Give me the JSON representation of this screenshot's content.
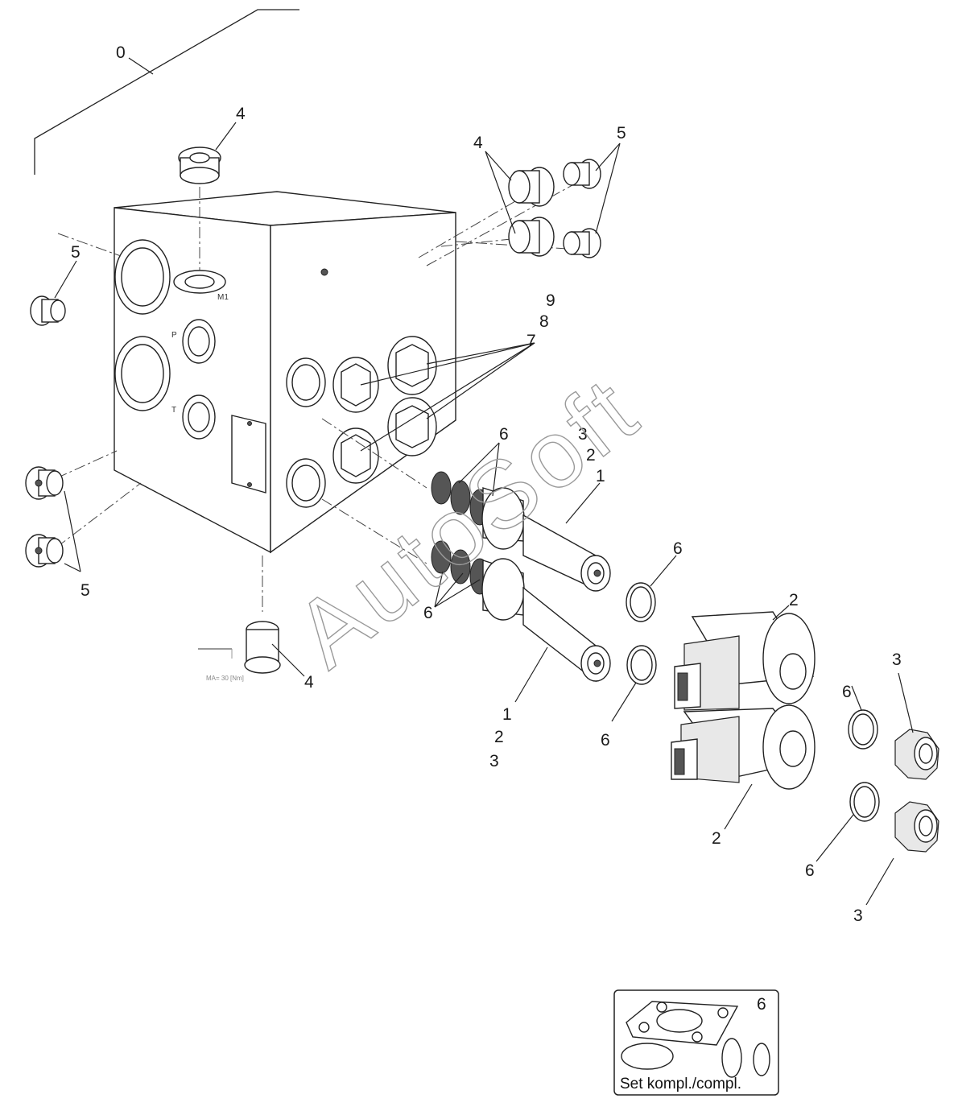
{
  "diagram": {
    "callouts": {
      "c0": "0",
      "c4_top": "4",
      "c4_right": "4",
      "c5_right": "5",
      "c5_left_top": "5",
      "c5_left_bottom": "5",
      "c9": "9",
      "c8": "8",
      "c7": "7",
      "c6_upper": "6",
      "c3_upper": "3",
      "c2_upper": "2",
      "c1_upper": "1",
      "c6_ring_top": "6",
      "c2_coil_top": "2",
      "c6_lower_cart": "6",
      "c4_bottom": "4",
      "c1_lower": "1",
      "c2_lower": "2",
      "c3_lower": "3",
      "c6_ring_bottom": "6",
      "c6_right_top": "6",
      "c3_right_top": "3",
      "c2_coil_bottom": "2",
      "c6_right_bottom": "6",
      "c3_right_bottom": "3"
    },
    "port_labels": {
      "p": "P",
      "t": "T",
      "m1": "M1"
    },
    "torque_note": "MA= 30 [Nm]",
    "watermark": "AutoSoft",
    "set_box": {
      "item_number": "6",
      "label": "Set kompl./compl."
    }
  }
}
